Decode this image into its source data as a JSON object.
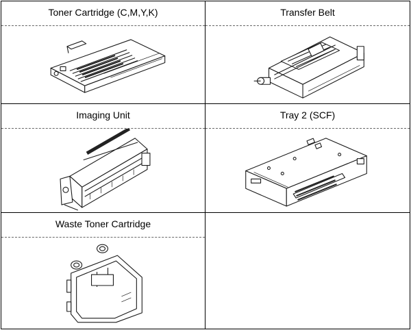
{
  "cells": [
    {
      "title": "Toner Cartridge (C,M,Y,K)",
      "illustration": "toner-cartridge"
    },
    {
      "title": "Transfer Belt",
      "illustration": "transfer-belt"
    },
    {
      "title": "Imaging Unit",
      "illustration": "imaging-unit"
    },
    {
      "title": "Tray 2 (SCF)",
      "illustration": "tray-2-scf"
    },
    {
      "title": "Waste Toner Cartridge",
      "illustration": "waste-toner-cartridge"
    },
    {
      "title": "",
      "illustration": ""
    }
  ]
}
